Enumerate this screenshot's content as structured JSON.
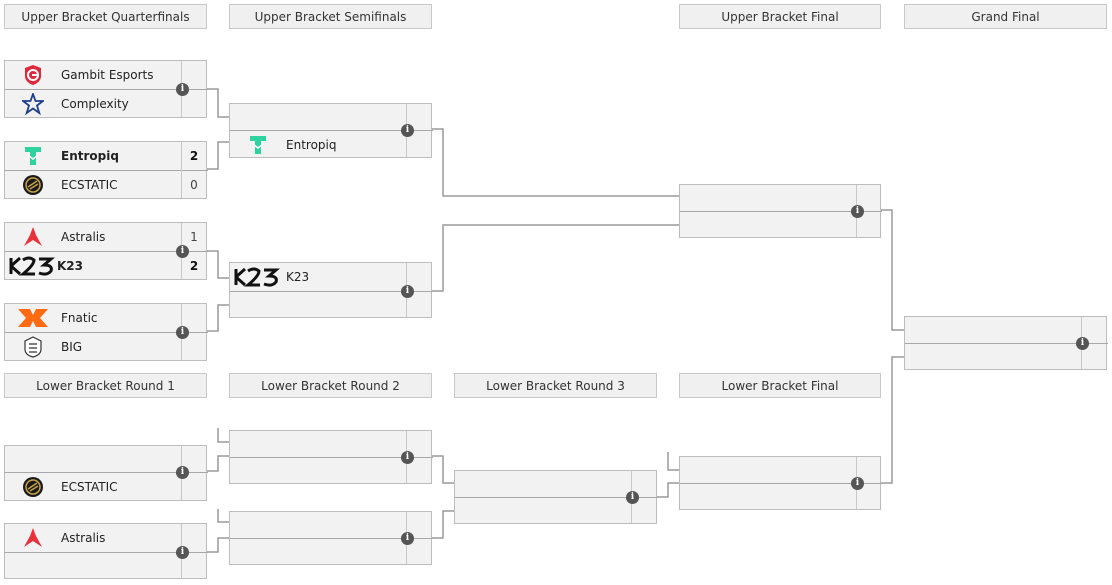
{
  "headers": {
    "ub_qf": "Upper Bracket Quarterfinals",
    "ub_sf": "Upper Bracket Semifinals",
    "ub_final": "Upper Bracket Final",
    "grand_final": "Grand Final",
    "lb_r1": "Lower Bracket Round 1",
    "lb_r2": "Lower Bracket Round 2",
    "lb_r3": "Lower Bracket Round 3",
    "lb_final": "Lower Bracket Final"
  },
  "info_glyph": "i",
  "matches": {
    "qf1": {
      "team1": "Gambit Esports",
      "team2": "Complexity"
    },
    "qf2": {
      "team1": "Entropiq",
      "score1": "2",
      "team2": "ECSTATIC",
      "score2": "0"
    },
    "qf3": {
      "team1": "Astralis",
      "score1": "1",
      "team2": "K23",
      "score2": "2"
    },
    "qf4": {
      "team1": "Fnatic",
      "team2": "BIG"
    },
    "sf1": {
      "team2": "Entropiq"
    },
    "sf2": {
      "team1": "K23"
    },
    "lb1a": {
      "team2": "ECSTATIC"
    },
    "lb1b": {
      "team2": "Astralis"
    }
  },
  "icons": {
    "gambit": "gambit-logo-icon",
    "complexity": "complexity-star-icon",
    "entropiq": "entropiq-logo-icon",
    "ecstatic": "ecstatic-logo-icon",
    "astralis": "astralis-logo-icon",
    "k23": "k23-logo-icon",
    "fnatic": "fnatic-logo-icon",
    "big": "big-logo-icon",
    "info": "info-icon"
  },
  "colors": {
    "gambit": "#e0283c",
    "complexity": "#1d3e8a",
    "entropiq": "#2fd3a0",
    "astralis": "#e8323c",
    "fnatic": "#ff6a13",
    "line": "#9a9a9a"
  }
}
